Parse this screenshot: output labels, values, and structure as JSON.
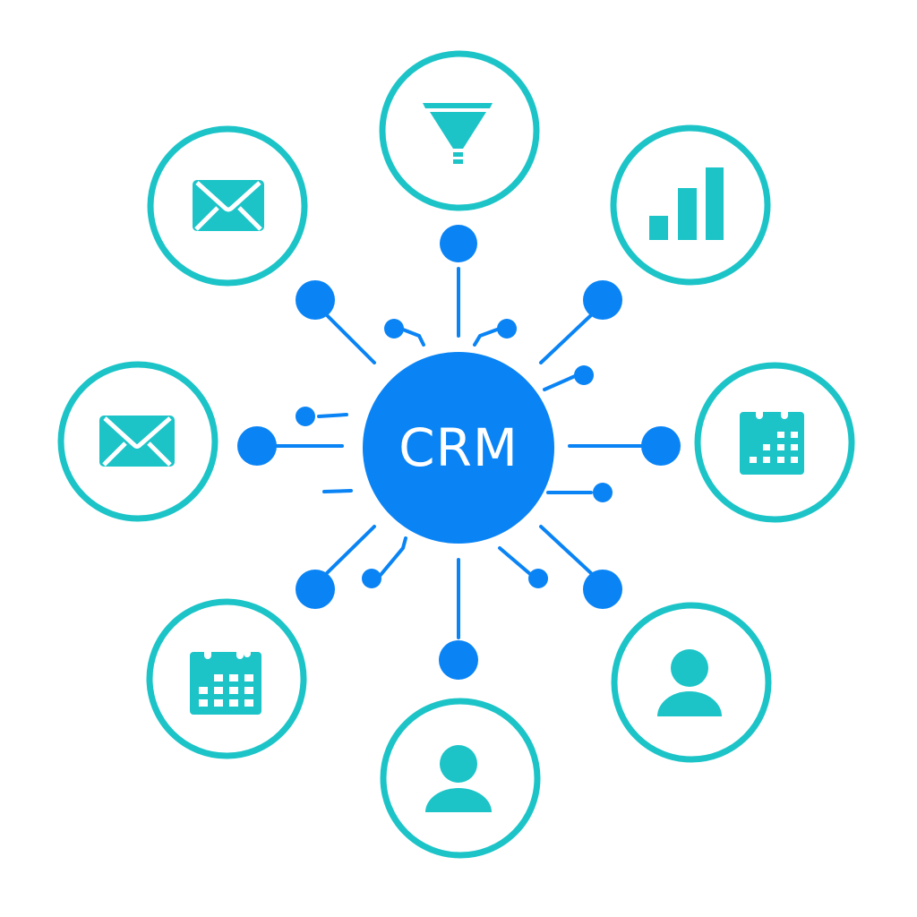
{
  "hub": {
    "label": "CRM",
    "color": "#0A84F5",
    "text_color": "#FFFFFF"
  },
  "colors": {
    "connector": "#0A84F5",
    "node_ring": "#1CC4C8",
    "node_icon": "#1CC4C8",
    "background": "#FFFFFF"
  },
  "nodes": [
    {
      "position": "top",
      "icon": "funnel-icon"
    },
    {
      "position": "top-right",
      "icon": "bar-chart-icon"
    },
    {
      "position": "right",
      "icon": "calendar-icon"
    },
    {
      "position": "bottom-right",
      "icon": "user-icon"
    },
    {
      "position": "bottom",
      "icon": "user-icon"
    },
    {
      "position": "bottom-left",
      "icon": "calendar-icon"
    },
    {
      "position": "left",
      "icon": "envelope-icon"
    },
    {
      "position": "top-left",
      "icon": "envelope-icon"
    }
  ]
}
